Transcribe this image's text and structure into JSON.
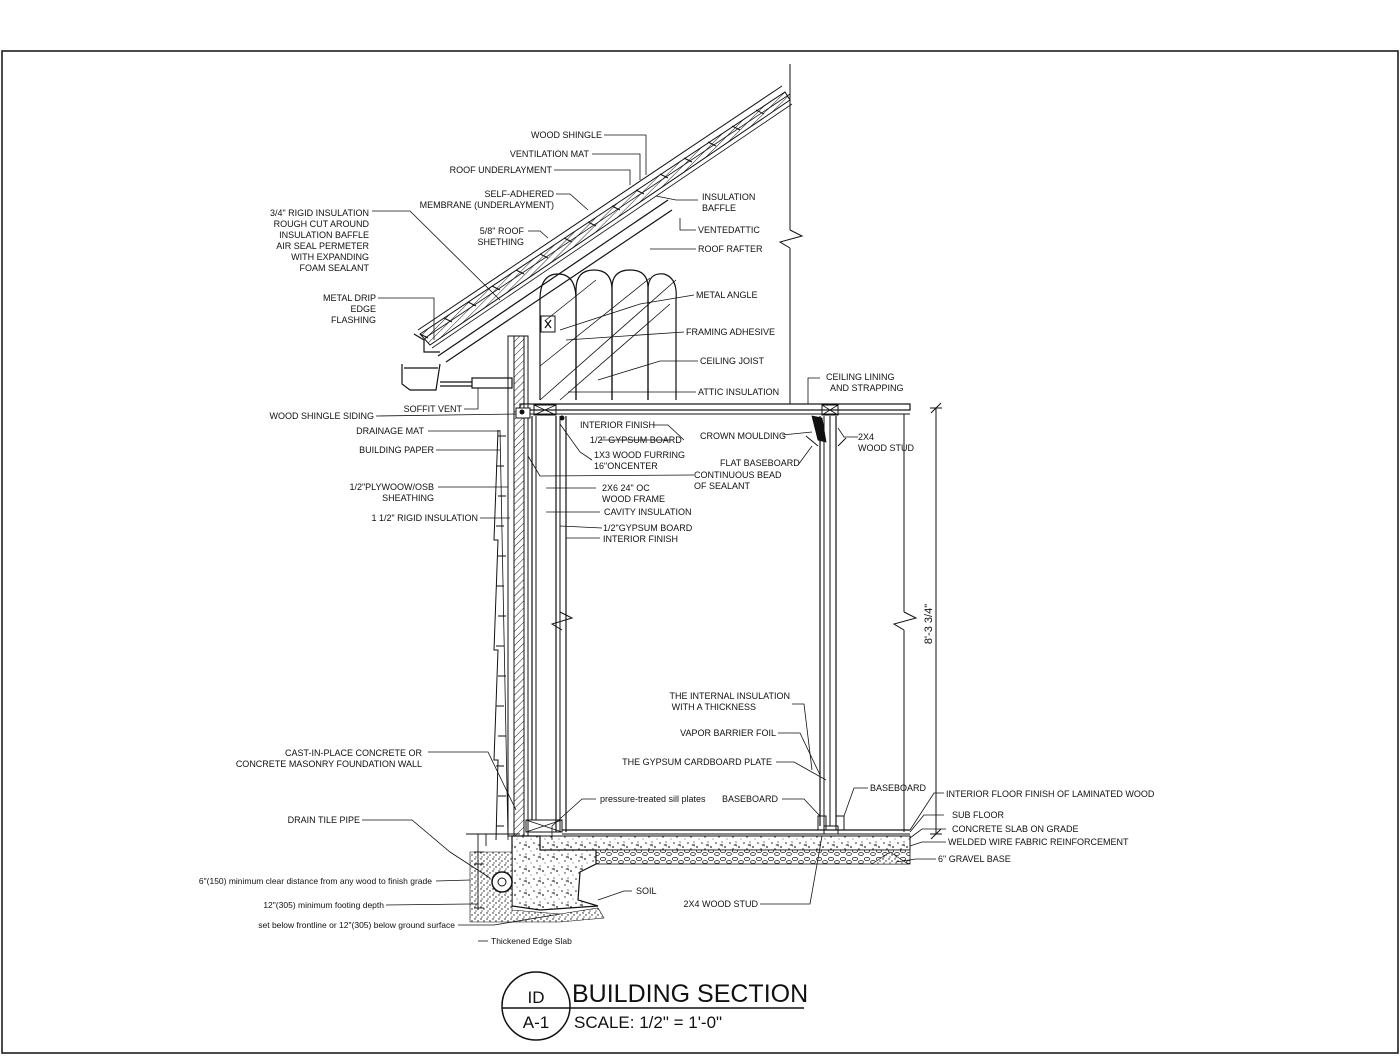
{
  "title_block": {
    "id": "ID",
    "sheet": "A-1",
    "title": "BUILDING SECTION",
    "scale": "SCALE: 1/2\" = 1'-0\""
  },
  "dimension": {
    "height": "8'-3 3/4\""
  },
  "labels": {
    "wood_shingle": "WOOD SHINGLE",
    "ventilation_mat": "VENTILATION MAT",
    "roof_underlayment": "ROOF UNDERLAYMENT",
    "self_adhered_1": "SELF-ADHERED",
    "self_adhered_2": "MEMBRANE (UNDERLAYMENT)",
    "rigid_1": "3/4\" RIGID INSULATION",
    "rigid_2": "ROUGH CUT AROUND",
    "rigid_3": "INSULATION BAFFLE",
    "rigid_4": "AIR SEAL PERMETER",
    "rigid_5": "WITH EXPANDING",
    "rigid_6": "FOAM SEALANT",
    "roof_sheathing_1": "5/8\" ROOF",
    "roof_sheathing_2": "SHETHING",
    "insulation_baffle_1": "INSULATION",
    "insulation_baffle_2": "BAFFLE",
    "ventedattic": "VENTEDATTIC",
    "roof_rafter": "ROOF RAFTER",
    "metal_drip_1": "METAL DRIP",
    "metal_drip_2": "EDGE",
    "metal_drip_3": "FLASHING",
    "metal_angle": "METAL ANGLE",
    "framing_adhesive": "FRAMING ADHESIVE",
    "ceiling_joist": "CEILING JOIST",
    "attic_insulation": "ATTIC INSULATION",
    "ceiling_lining_1": "CEILING LINING",
    "ceiling_lining_2": "AND STRAPPING",
    "soffit_vent": "SOFFIT VENT",
    "wood_shingle_siding": "WOOD SHINGLE SIDING",
    "interior_finish_top": "INTERIOR FINISH",
    "gypsum_board_top": "1/2\" GYPSUM BOARD",
    "crown_moulding": "CROWN MOULDING",
    "wood_stud_1": "2X4",
    "wood_stud_2": "WOOD STUD",
    "drainage_mat": "DRAINAGE MAT",
    "building_paper": "BUILDING PAPER",
    "furring_1": "1X3 WOOD FURRING",
    "furring_2": "16\"ONCENTER",
    "flat_baseboard": "FLAT BASEBOARD",
    "sealant_1": "CONTINUOUS BEAD",
    "sealant_2": "OF SEALANT",
    "plywood_1": "1/2\"PLYWOOW/OSB",
    "plywood_2": "SHEATHING",
    "wood_frame_1": "2X6 24\" OC",
    "wood_frame_2": "WOOD FRAME",
    "cavity_insulation": "CAVITY INSULATION",
    "rigid_insulation": "1 1/2\" RIGID INSULATION",
    "gypsum_board": "1/2\"GYPSUM BOARD",
    "interior_finish": "INTERIOR FINISH",
    "internal_insulation_1": "THE INTERNAL INSULATION",
    "internal_insulation_2": "WITH A THICKNESS",
    "vapor_barrier": "VAPOR BARRIER FOIL",
    "gypsum_cardboard": "THE GYPSUM CARDBOARD PLATE",
    "foundation_1": "CAST-IN-PLACE CONCRETE OR",
    "foundation_2": "CONCRETE MASONRY FOUNDATION WALL",
    "baseboard_right": "BASEBOARD",
    "floor_finish": "INTERIOR FLOOR FINISH OF LAMINATED WOOD",
    "baseboard_left": "BASEBOARD",
    "sub_floor": "SUB FLOOR",
    "sill_plates": "pressure-treated sill plates",
    "drain_tile": "DRAIN TILE PIPE",
    "concrete_slab": "CONCRETE SLAB ON GRADE",
    "welded_wire": "WELDED WIRE FABRIC REINFORCEMENT",
    "gravel_base": "6\" GRAVEL BASE",
    "clear_distance": "6\"(150) minimum clear distance from any wood to finish grade",
    "soil": "SOIL",
    "footing_depth": "12\"(305) minimum footing depth",
    "stud_bottom": "2X4 WOOD STUD",
    "frontline": "set below frontline or 12\"(305) below ground surface",
    "thickened_slab": "Thickened Edge Slab"
  }
}
